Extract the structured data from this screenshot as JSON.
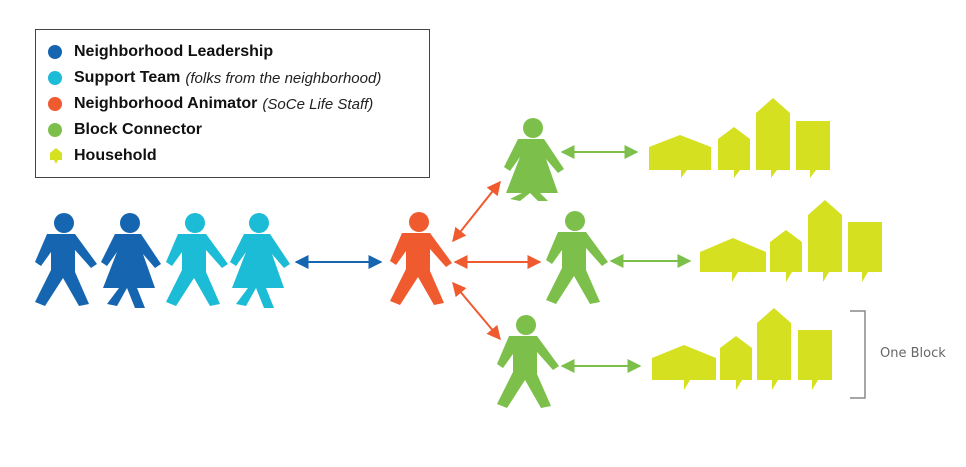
{
  "legend": {
    "items": [
      {
        "label": "Neighborhood Leadership",
        "note": "",
        "color": "#1565b0",
        "icon": "filled-circle-icon"
      },
      {
        "label": "Support Team",
        "note": "(folks from the neighborhood)",
        "color": "#1cbcd6",
        "icon": "filled-circle-icon"
      },
      {
        "label": "Neighborhood Animator",
        "note": "(SoCe Life Staff)",
        "color": "#ef5a2f",
        "icon": "filled-circle-icon"
      },
      {
        "label": "Block Connector",
        "note": "",
        "color": "#7cc04b",
        "icon": "filled-circle-icon"
      },
      {
        "label": "Household",
        "note": "",
        "color": "#d5e021",
        "icon": "house-icon"
      }
    ]
  },
  "diagram": {
    "block_label": "One Block",
    "colors": {
      "leadership": "#1565b0",
      "support": "#1cbcd6",
      "animator": "#ef5a2f",
      "connector": "#7cc04b",
      "household": "#d5e021",
      "bracket": "#888888"
    }
  }
}
